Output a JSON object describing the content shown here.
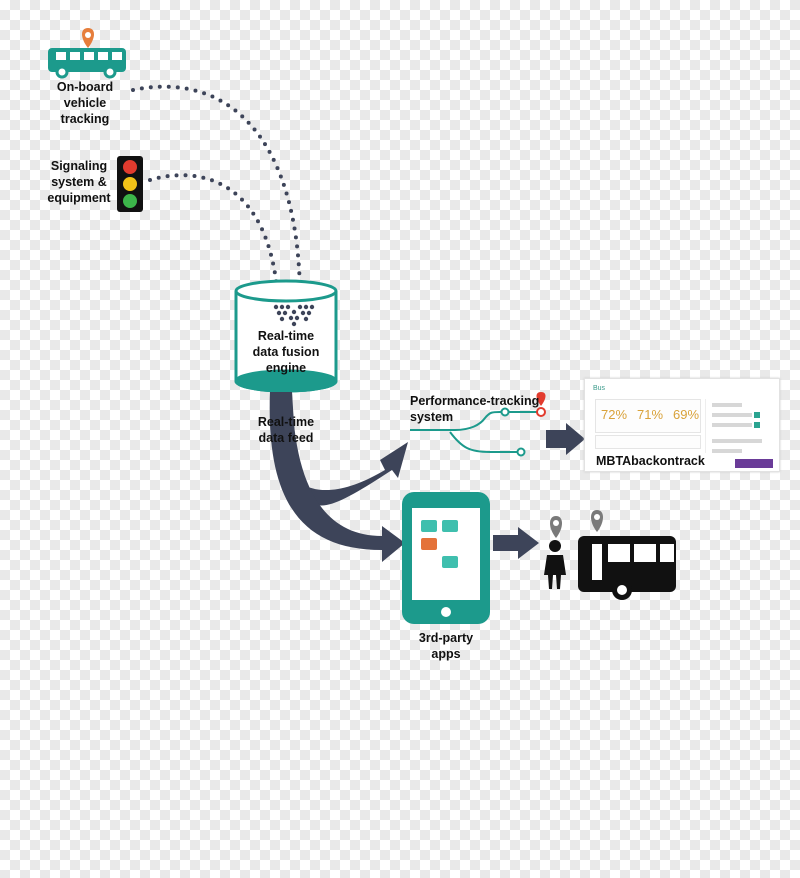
{
  "labels": {
    "onboard": [
      "On-board",
      "vehicle",
      "tracking"
    ],
    "signaling": [
      "Signaling",
      "system &",
      "equipment"
    ],
    "engine": [
      "Real-time",
      "data fusion",
      "engine"
    ],
    "feed": [
      "Real-time",
      "data feed"
    ],
    "performance": [
      "Performance-tracking",
      "system"
    ],
    "mbta": "MBTAbackontrack",
    "apps": [
      "3rd-party",
      "apps"
    ]
  },
  "dashboard": {
    "brand": "Bus",
    "percentages": [
      "72%",
      "71%",
      "69%"
    ]
  },
  "colors": {
    "teal": "#1c9a8c",
    "arrow": "#3d4459",
    "pin": "#e67e3c",
    "phone_block_orange": "#e4723a",
    "phone_block_teal": "#3fbfae"
  },
  "icons": {
    "bus": "bus-icon",
    "traffic_light": "traffic-light-icon",
    "cylinder": "database-cylinder-icon",
    "phone": "smartphone-icon",
    "person": "person-icon",
    "bus_dark": "bus-side-icon",
    "pin": "location-pin-icon"
  }
}
